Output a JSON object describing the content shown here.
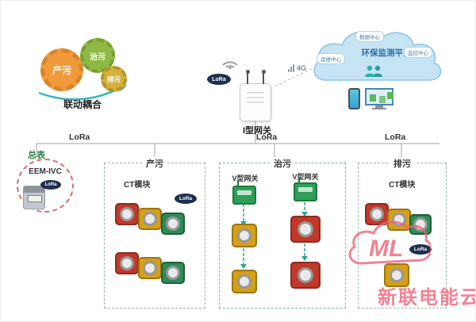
{
  "colors": {
    "accent_teal": "#35b5c0",
    "gear_orange": "#f09a3c",
    "gear_green": "#8db944",
    "gear_yellow": "#d4b23c",
    "module_red": "#c0392b",
    "module_yellow": "#d4a017",
    "module_green": "#2e8b57",
    "lora_badge_bg": "#1d2f4e",
    "cloud_blue": "#c6e4f4",
    "watermark_red": "#ef6075"
  },
  "gears": {
    "gear_produce": "产污",
    "gear_treat": "治污",
    "gear_discharge": "排污",
    "caption": "联动耦合"
  },
  "gateway": {
    "lora_badge": "LoRa",
    "signal": "4G",
    "label": "I型网关"
  },
  "cloud": {
    "title": "环保监测平台",
    "pill_top": "数据中心",
    "pill_left": "运维中心",
    "pill_right": "监控中心"
  },
  "bus": {
    "lora_left": "LoRa",
    "lora_center": "LoRa",
    "lora_right": "LoRa"
  },
  "meter": {
    "caption": "总表",
    "model": "EEM-IVC",
    "lora_badge": "LoRa"
  },
  "boxes": {
    "produce": {
      "title": "产污",
      "module_label": "CT模块",
      "lora_badge": "LoRa"
    },
    "treat": {
      "title": "治污",
      "gateway1_label": "V型网关",
      "gateway2_label": "V型网关"
    },
    "discharge": {
      "title": "排污",
      "module_label": "CT模块",
      "lora_badge": "LoRa"
    }
  },
  "watermark": {
    "logo": "ML",
    "text": "新联电能云"
  }
}
